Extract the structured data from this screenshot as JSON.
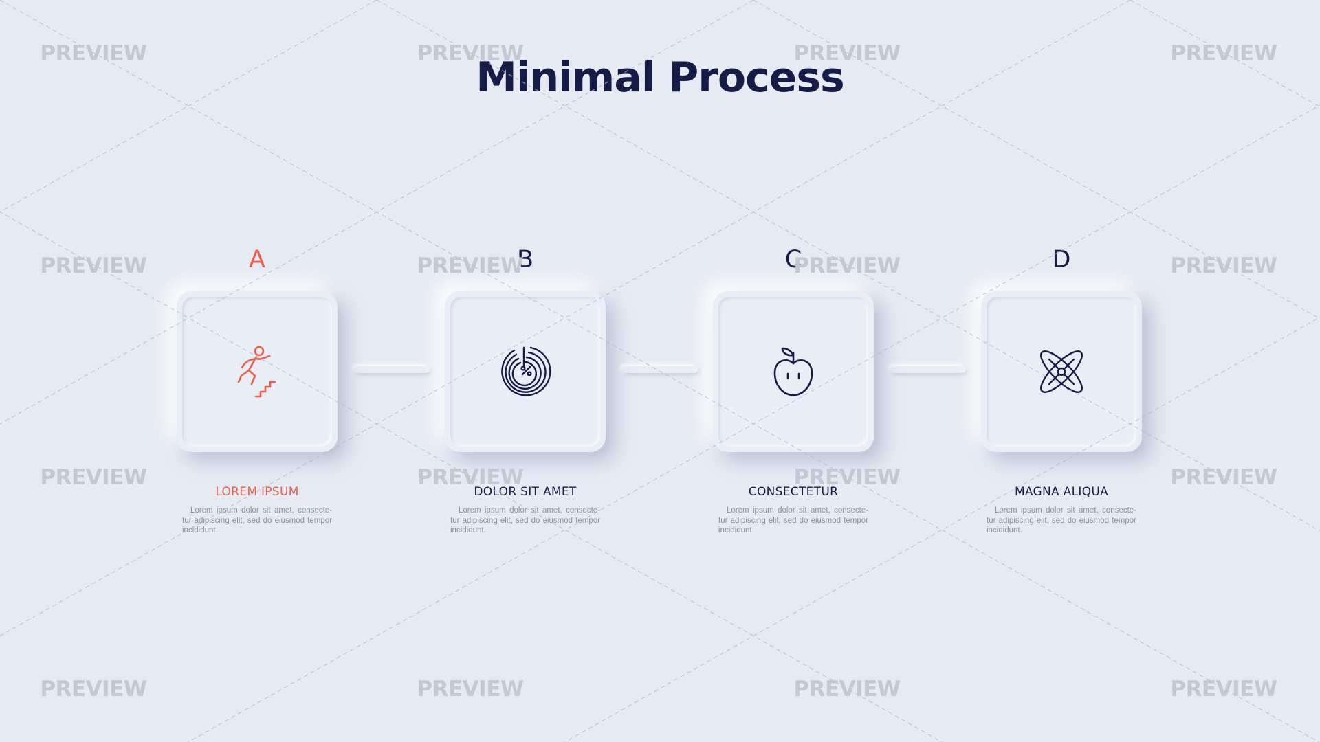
{
  "title": "Minimal Process",
  "colors": {
    "accent": "#ea5f4c",
    "dark": "#151c45",
    "background": "#e6eaf3",
    "muted": "#8a90a1"
  },
  "watermark": {
    "text": "PREVIEW"
  },
  "steps": [
    {
      "letter": "A",
      "label": "LOREM IPSUM",
      "icon": "person-climbing-stairs-icon",
      "active": true,
      "description": "Lorem ipsum dolor sit amet, consecte-tur adipiscing elit, sed do eiusmod tempor incididunt."
    },
    {
      "letter": "B",
      "label": "DOLOR SIT AMET",
      "icon": "percent-target-icon",
      "active": false,
      "description": "Lorem ipsum dolor sit amet, consecte-tur adipiscing elit, sed do eiusmod tempor incididunt."
    },
    {
      "letter": "C",
      "label": "CONSECTETUR",
      "icon": "apple-icon",
      "active": false,
      "description": "Lorem ipsum dolor sit amet, consecte-tur adipiscing elit, sed do eiusmod tempor incididunt."
    },
    {
      "letter": "D",
      "label": "MAGNA ALIQUA",
      "icon": "atom-icon",
      "active": false,
      "description": "Lorem ipsum dolor sit amet, consecte-tur adipiscing elit, sed do eiusmod tempor incididunt."
    }
  ]
}
